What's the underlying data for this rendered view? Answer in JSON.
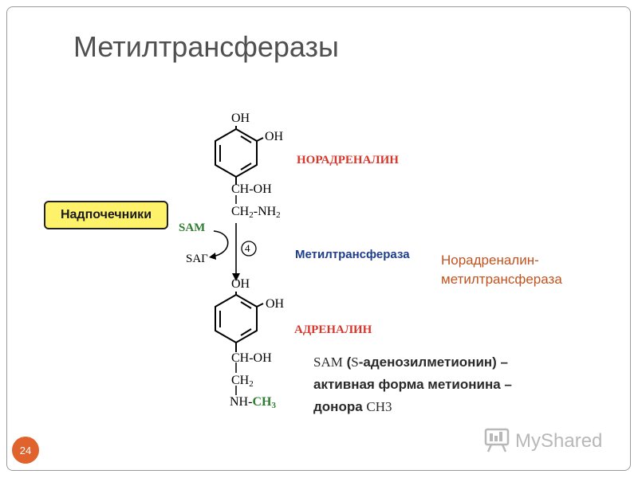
{
  "slide": {
    "title": "Метилтрансферазы",
    "page_number": "24"
  },
  "diagram": {
    "top_molecule": {
      "oh1": "OH",
      "oh2": "OH",
      "ch_oh": "CH-OH",
      "ch2_nh2_prefix": "CH",
      "ch2_sub": "2",
      "ch2_nh2_mid": "-NH",
      "nh2_sub": "2",
      "name": "НОРАДРЕНАЛИН"
    },
    "bottom_molecule": {
      "oh1": "OH",
      "oh2": "OH",
      "ch_oh": "CH-OH",
      "ch2_prefix": "CH",
      "ch2_sub": "2",
      "nh_prefix": "NH-",
      "methyl": "CH",
      "methyl_sub": "3",
      "name": "АДРЕНАЛИН"
    },
    "reaction": {
      "sam": "SAM",
      "sag": "SAГ",
      "step_number": "4",
      "enzyme": "Метилтрансфераза"
    },
    "adrenal_label": "Надпочечники"
  },
  "enzyme_full_name": {
    "line1": "Норадреналин-",
    "line2": "метилтрансфераза"
  },
  "note": {
    "sam": "SAM",
    "paren_open": " (",
    "s": "S",
    "rest1": "-аденозилметионин) –",
    "line2": "активная форма метионина –",
    "line3_prefix": "донора ",
    "ch3": "CH3"
  },
  "watermark": {
    "text": "MyShared",
    "icon": "presentation-board-icon"
  },
  "colors": {
    "red": "#d9362b",
    "blue": "#1f3d8c",
    "green": "#2e7d32",
    "orange": "#c0531f",
    "yellow_box": "#fff26b",
    "badge": "#e0622d"
  }
}
